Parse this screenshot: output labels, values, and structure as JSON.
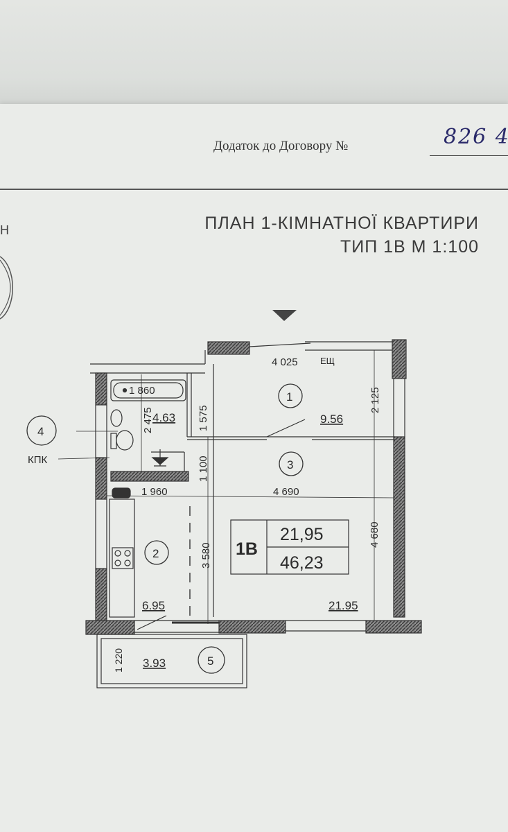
{
  "header": {
    "contract_label": "Додаток до Договору №",
    "contract_number": "826 4"
  },
  "title": {
    "line1": "ПЛАН 1-КІМНАТНОЇ КВАРТИРИ",
    "line2": "ТИП 1В  М 1:100"
  },
  "left_edge_char": "Н",
  "plan": {
    "dimensions": {
      "d4025": "4 025",
      "d2125": "2 125",
      "d1575": "1 575",
      "d1100": "1 100",
      "d2475": "2 475",
      "d1860": "1 860",
      "d1960": "1 960",
      "d4690": "4 690",
      "d4680": "4 680",
      "d3580": "3 580",
      "d1220": "1 220"
    },
    "rooms": [
      {
        "number": "1",
        "area": "9.56"
      },
      {
        "number": "2",
        "area": "6.95"
      },
      {
        "number": "3",
        "area": "21.95"
      },
      {
        "number": "4",
        "area": "4.63"
      },
      {
        "number": "5",
        "area": "3.93"
      }
    ],
    "labels": {
      "kpk": "КПК",
      "esh": "ЕЩ"
    },
    "summary": {
      "type": "1В",
      "living_area": "21,95",
      "total_area": "46,23"
    }
  }
}
